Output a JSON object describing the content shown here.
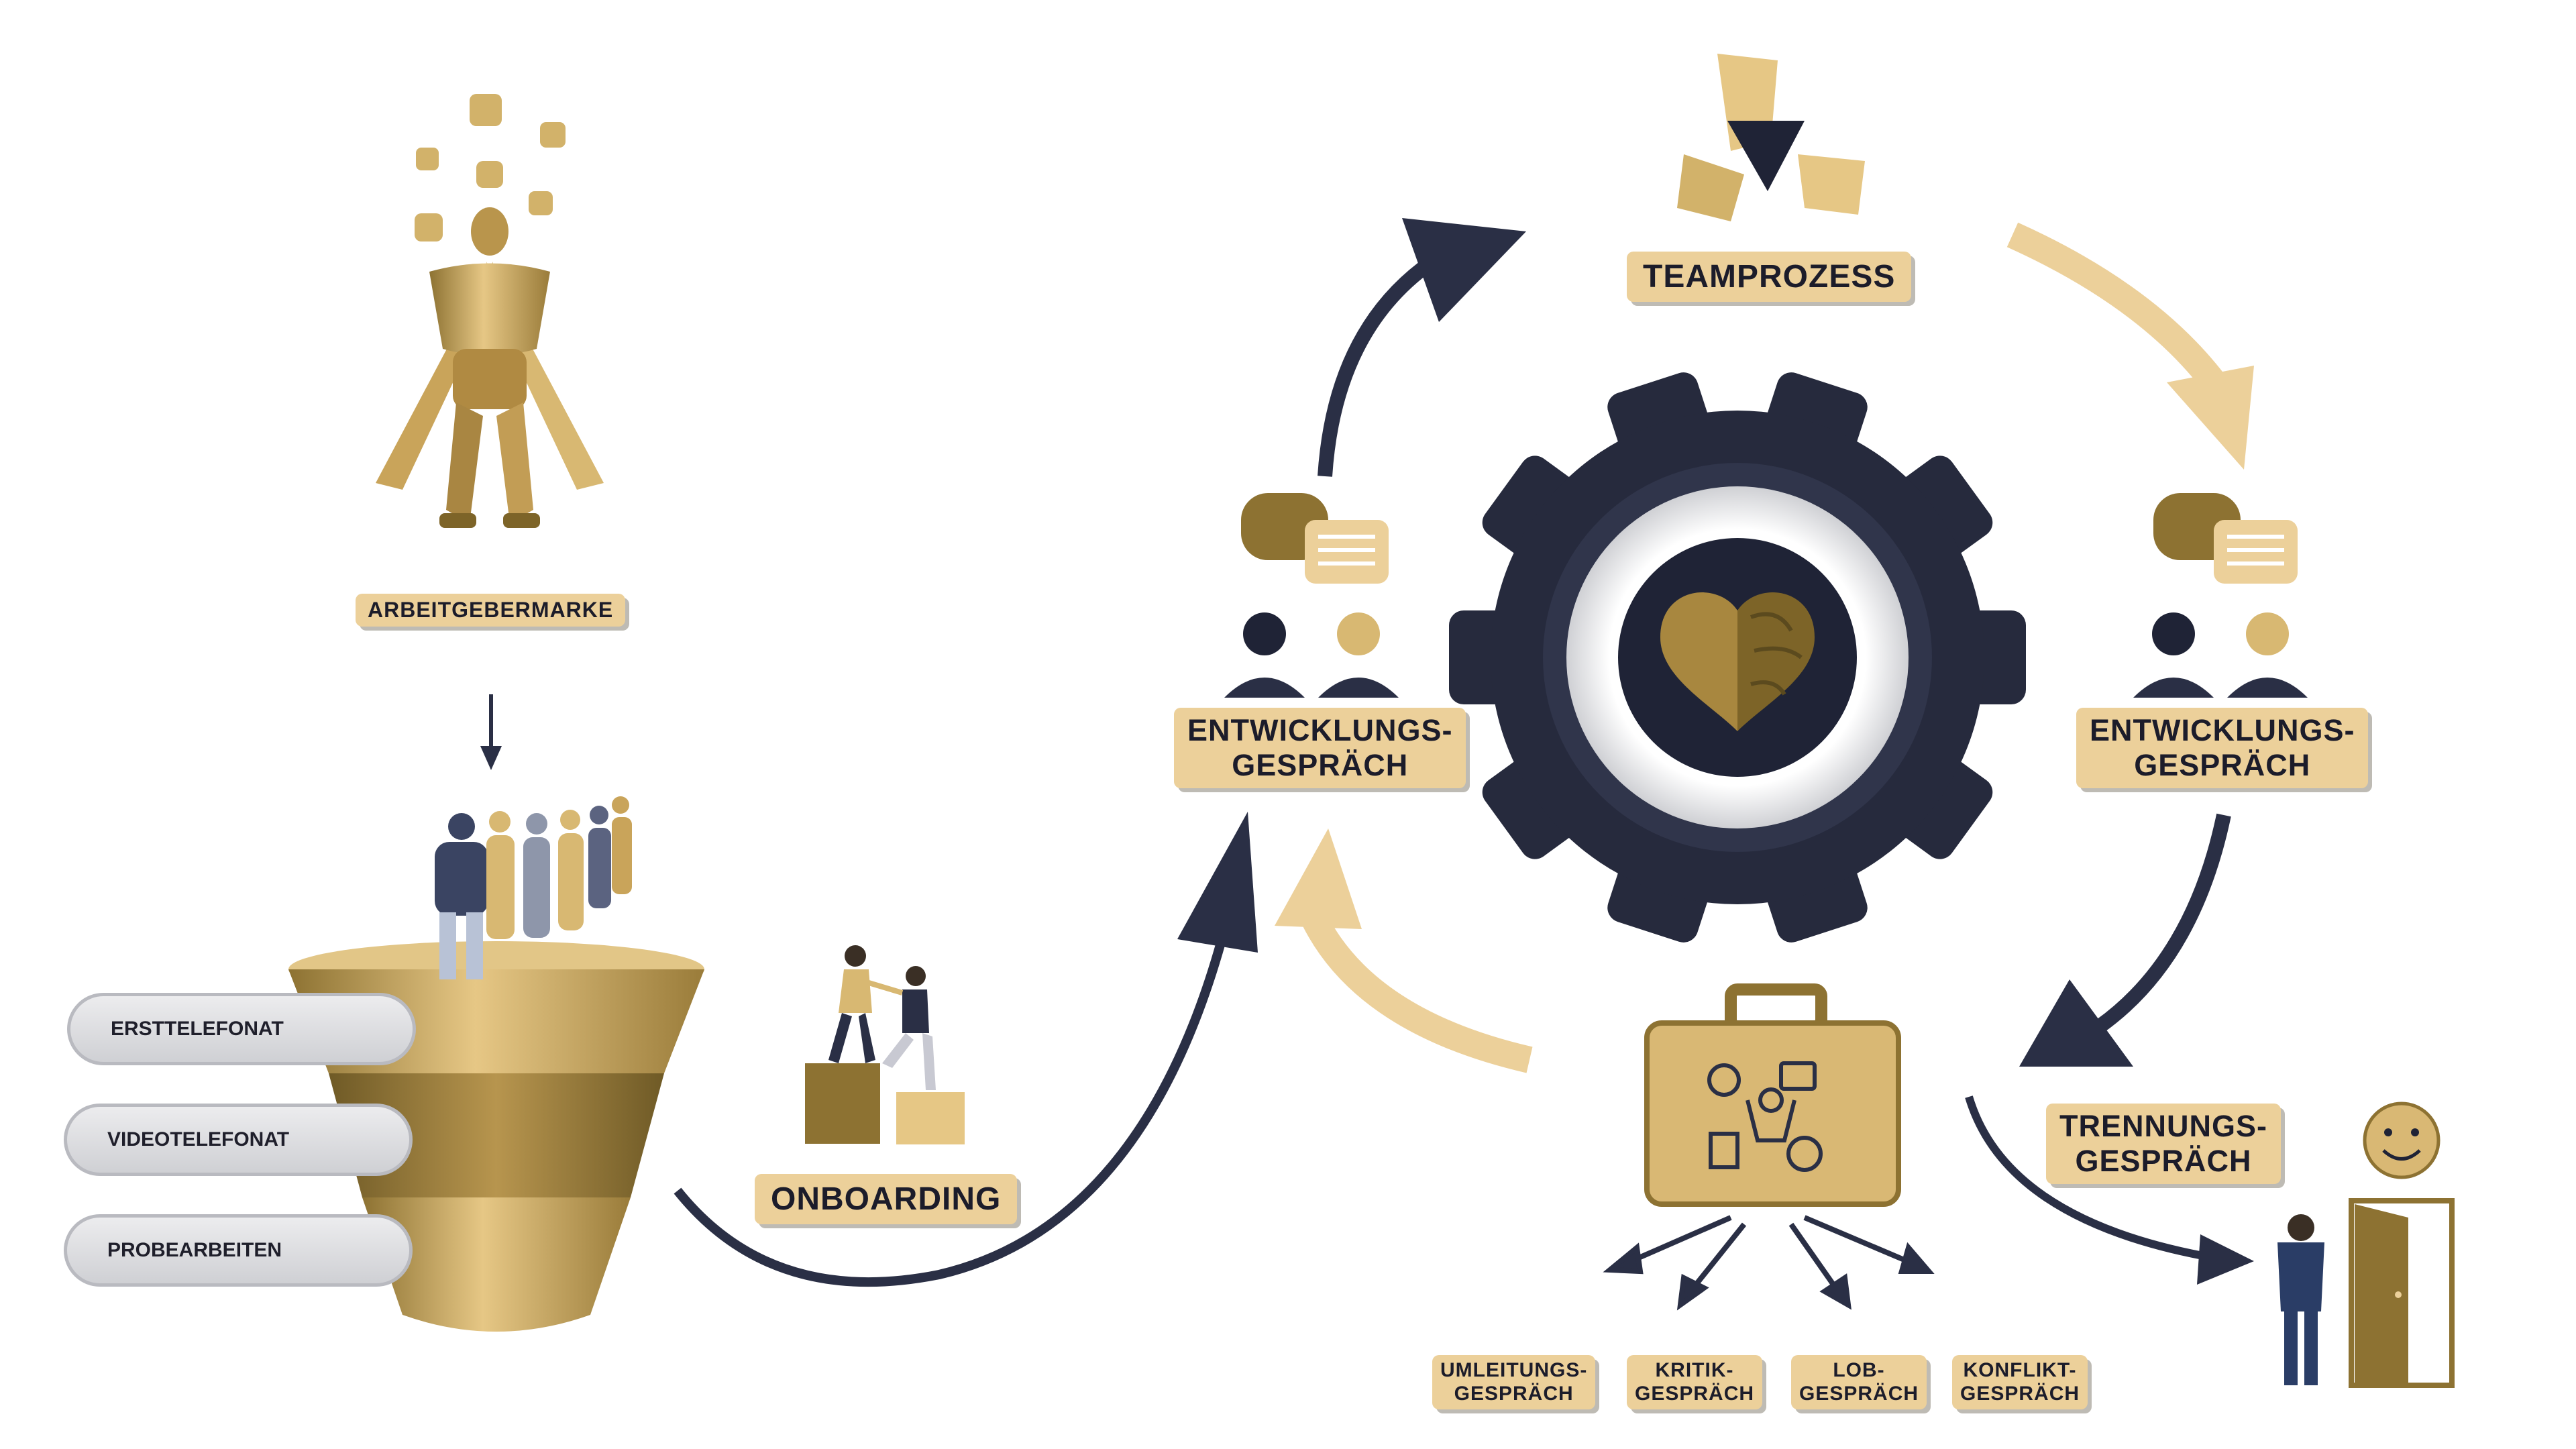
{
  "labels": {
    "arbeitgebermarke": "ARBEITGEBERMARKE",
    "teamprozess": "TEAMPROZESS",
    "entwicklung_left": [
      "ENTWICKLUNGS-",
      "GESPRÄCH"
    ],
    "entwicklung_right": [
      "ENTWICKLUNGS-",
      "GESPRÄCH"
    ],
    "onboarding": "ONBOARDING",
    "trennung": [
      "TRENNUNGS-",
      "GESPRÄCH"
    ],
    "umleitung": [
      "UMLEITUNGS-",
      "GESPRÄCH"
    ],
    "kritik": [
      "KRITIK-",
      "GESPRÄCH"
    ],
    "lob": [
      "LOB-",
      "GESPRÄCH"
    ],
    "konflikt": [
      "KONFLIKT-",
      "GESPRÄCH"
    ]
  },
  "funnel_steps": [
    "ERSTTELEFONAT",
    "VIDEOTELEFONAT",
    "PROBEARBEITEN"
  ],
  "colors": {
    "gold": "#c9a45a",
    "gold_light": "#ecd09a",
    "gold_dark": "#8d7232",
    "navy": "#2a2f45",
    "gear": "#262a3d"
  },
  "icons": [
    "superhero-icon",
    "linkedin-icon",
    "tiktok-icon",
    "instagram-icon",
    "facebook-icon",
    "whatsapp-icon",
    "funnel-icon",
    "people-queue-icon",
    "climbing-help-icon",
    "teamwork-hands-icon",
    "gear-icon",
    "heart-brain-icon",
    "speech-bubbles-icon",
    "woman-avatar-icon",
    "man-avatar-icon",
    "briefcase-icon",
    "businessman-icon",
    "door-icon",
    "smiley-icon"
  ]
}
